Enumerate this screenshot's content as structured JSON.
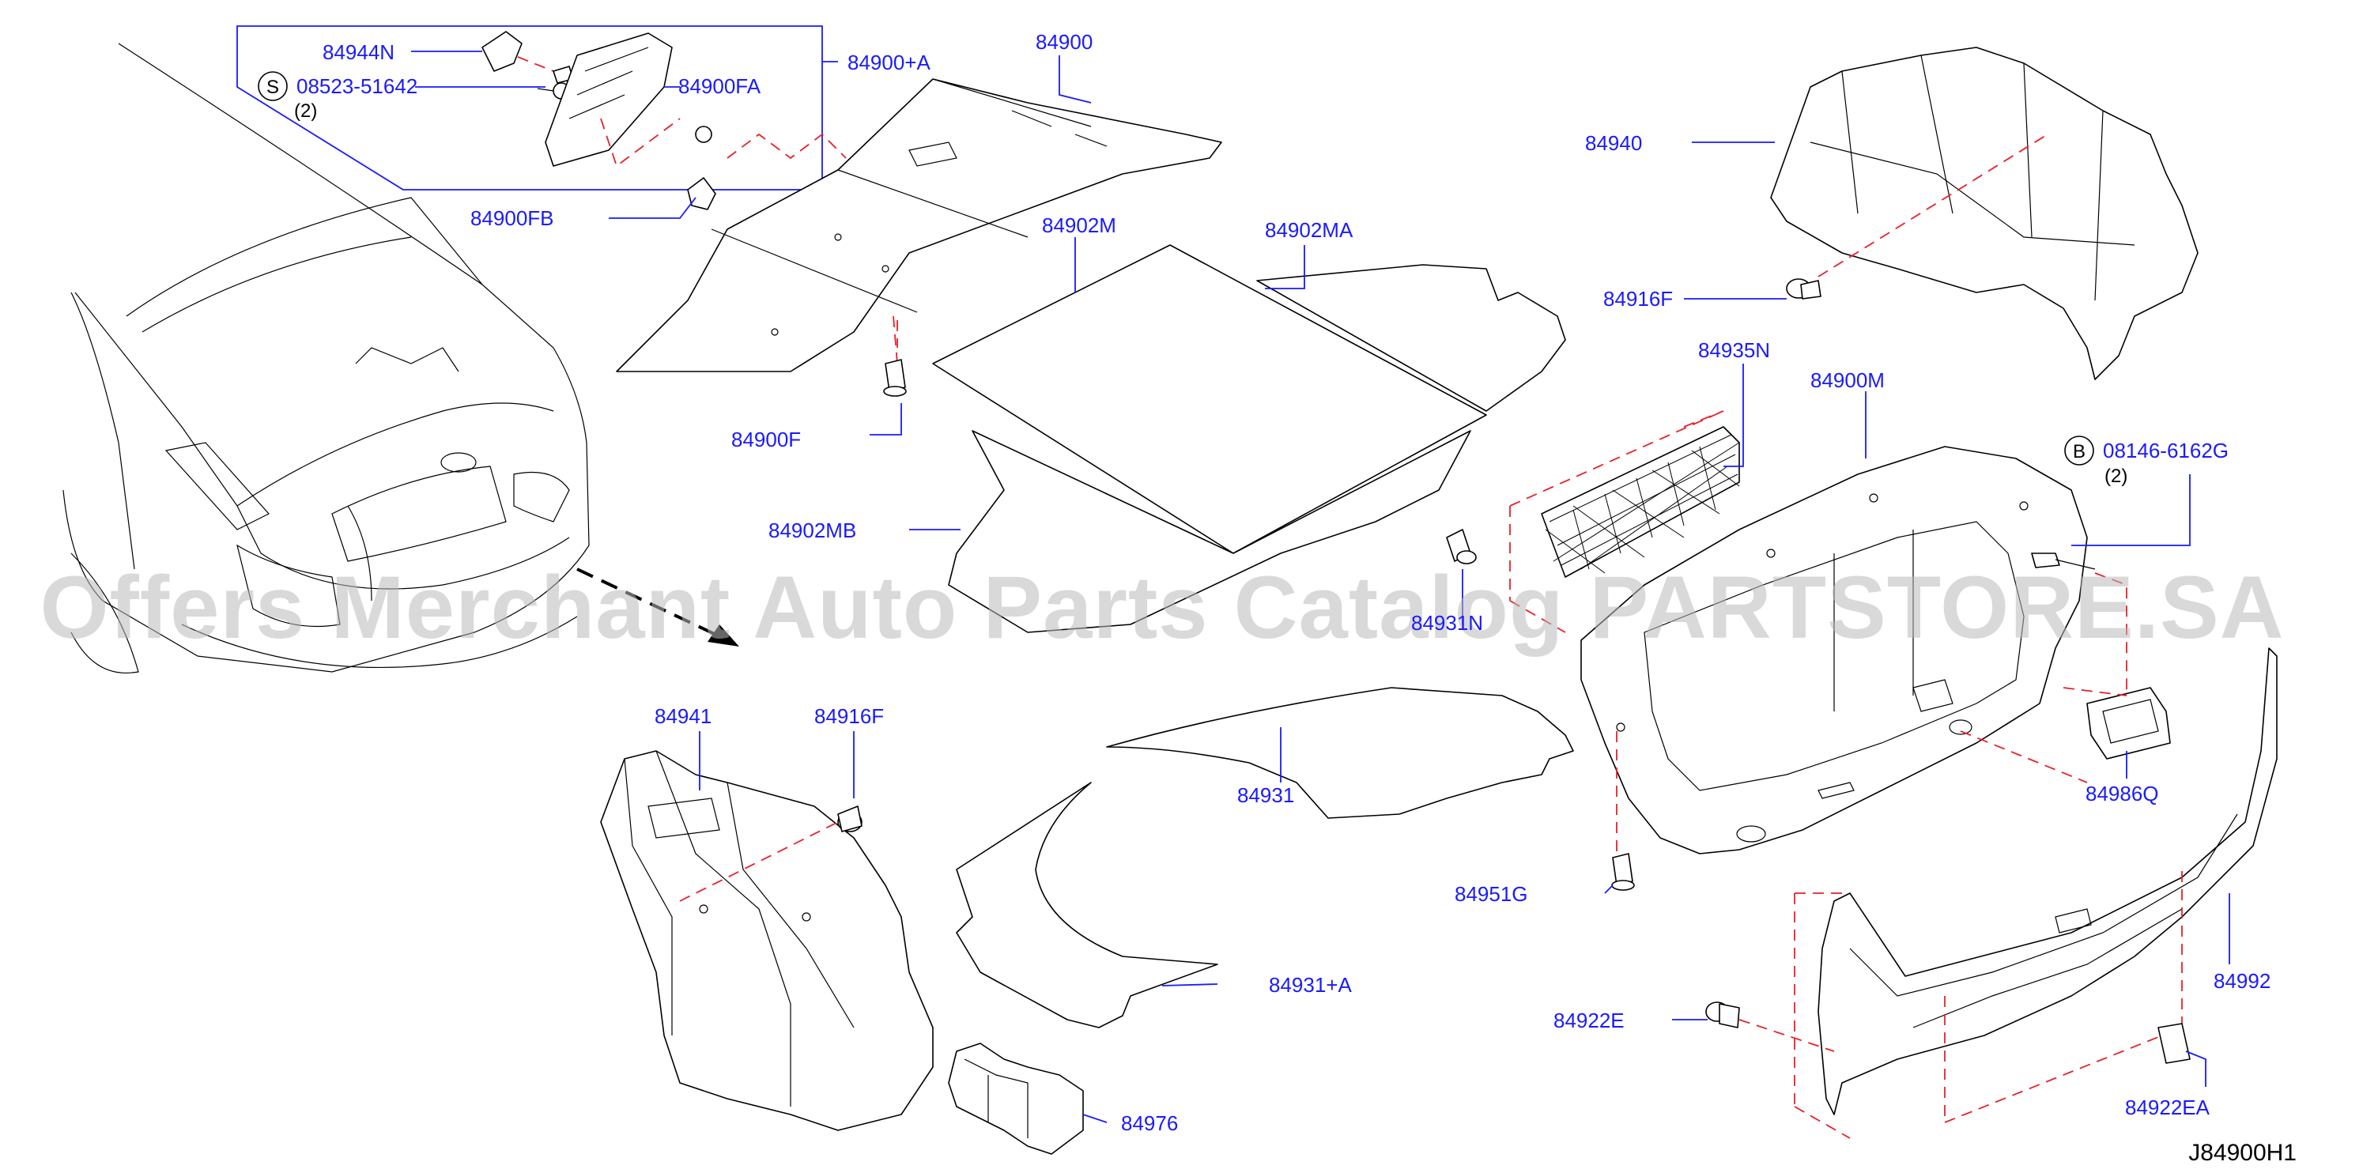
{
  "diagram": {
    "callouts": [
      {
        "id": "84944N",
        "text": "84944N"
      },
      {
        "id": "08523-51642",
        "text": "08523-51642",
        "badge": "S",
        "qty": "(2)"
      },
      {
        "id": "84900FA",
        "text": "84900FA"
      },
      {
        "id": "84900+A",
        "text": "84900+A"
      },
      {
        "id": "84900",
        "text": "84900"
      },
      {
        "id": "84900FB",
        "text": "84900FB"
      },
      {
        "id": "84902M",
        "text": "84902M"
      },
      {
        "id": "84902MA",
        "text": "84902MA"
      },
      {
        "id": "84900F",
        "text": "84900F"
      },
      {
        "id": "84902MB",
        "text": "84902MB"
      },
      {
        "id": "84940",
        "text": "84940"
      },
      {
        "id": "84916F-a",
        "text": "84916F"
      },
      {
        "id": "84935N",
        "text": "84935N"
      },
      {
        "id": "84900M",
        "text": "84900M"
      },
      {
        "id": "08146-6162G",
        "text": "08146-6162G",
        "badge": "B",
        "qty": "(2)"
      },
      {
        "id": "84931N",
        "text": "84931N"
      },
      {
        "id": "84941",
        "text": "84941"
      },
      {
        "id": "84916F-b",
        "text": "84916F"
      },
      {
        "id": "84931",
        "text": "84931"
      },
      {
        "id": "84986Q",
        "text": "84986Q"
      },
      {
        "id": "84951G",
        "text": "84951G"
      },
      {
        "id": "84931+A",
        "text": "84931+A"
      },
      {
        "id": "84992",
        "text": "84992"
      },
      {
        "id": "84922E",
        "text": "84922E"
      },
      {
        "id": "84976",
        "text": "84976"
      },
      {
        "id": "84922EA",
        "text": "84922EA"
      }
    ],
    "diagram_code": "J84900H1",
    "watermark": "Offers Merchant Auto Parts Catalog PARTSTORE.SA",
    "colors": {
      "label": "#1a1aff",
      "dash": "#e8202a",
      "line": "#000000"
    }
  }
}
